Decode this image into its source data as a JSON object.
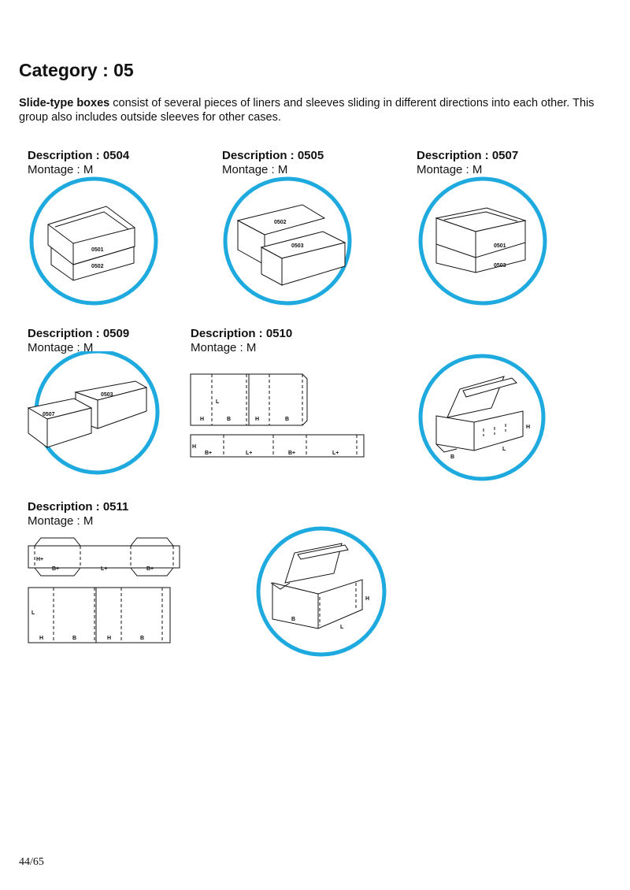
{
  "header": {
    "title": "Category : 05",
    "intro_bold": "Slide-type boxes",
    "intro_rest": " consist of several pieces of liners and sleeves sliding in different directions into each other. This group also includes outside sleeves for other cases."
  },
  "items": [
    {
      "title": "Description : 0504",
      "montage": "Montage : M",
      "labels": [
        "0501",
        "0502"
      ]
    },
    {
      "title": "Description : 0505",
      "montage": "Montage : M",
      "labels": [
        "0502",
        "0503"
      ]
    },
    {
      "title": "Description : 0507",
      "montage": "Montage : M",
      "labels": [
        "0501",
        "0503"
      ]
    },
    {
      "title": "Description : 0509",
      "montage": "Montage : M",
      "labels": [
        "0507",
        "0503"
      ]
    },
    {
      "title": "Description : 0510",
      "montage": "Montage : M",
      "flat_top": [
        "L",
        "H",
        "B",
        "H",
        "B"
      ],
      "flat_bottom": [
        "H",
        "B+",
        "L+",
        "B+",
        "L+"
      ],
      "box": [
        "H",
        "L",
        "B"
      ]
    },
    {
      "title": "Description : 0511",
      "montage": "Montage : M",
      "flat_top": [
        "H+",
        "B+",
        "L+",
        "B+"
      ],
      "flat_bottom": [
        "L",
        "H",
        "B",
        "H",
        "B"
      ],
      "box": [
        "H",
        "B",
        "L"
      ]
    }
  ],
  "footer": {
    "page": "44/65"
  },
  "colors": {
    "circle": "#1eaadf",
    "line": "#111111"
  }
}
